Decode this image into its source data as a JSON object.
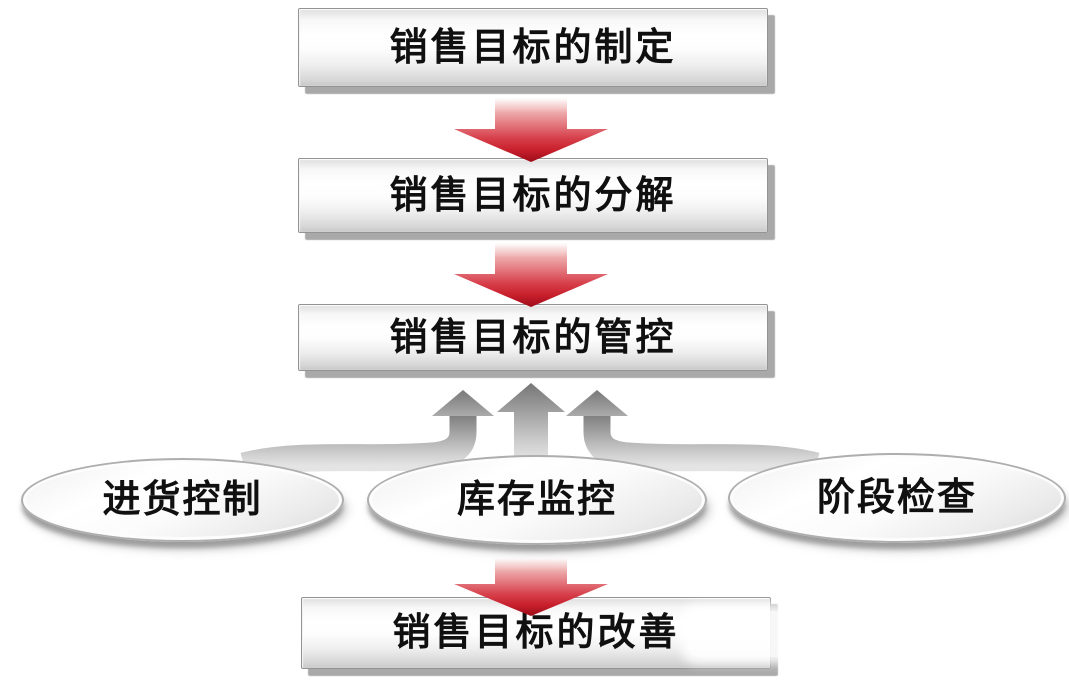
{
  "boxes": [
    {
      "label": "销售目标的制定"
    },
    {
      "label": "销售目标的分解"
    },
    {
      "label": "销售目标的管控"
    },
    {
      "label": "销售目标的改善"
    }
  ],
  "ellipses": [
    {
      "label": "进货控制"
    },
    {
      "label": "库存监控"
    },
    {
      "label": "阶段检查"
    }
  ],
  "icons": {
    "down_arrow": "red-down-arrow-icon",
    "up_arrow": "gray-up-arrow-icon",
    "connector": "connector-pipe"
  },
  "colors": {
    "arrow_red_dark": "#9c0c18",
    "arrow_red_mid": "#d63d48",
    "arrow_red_light": "#eeaaaa",
    "arrow_gray": "#8a8a8a",
    "box_border": "#939393",
    "box_shadow": "#a9a9a9",
    "ellipse_border": "#aeaeae",
    "text": "#101010",
    "background": "#ffffff"
  }
}
